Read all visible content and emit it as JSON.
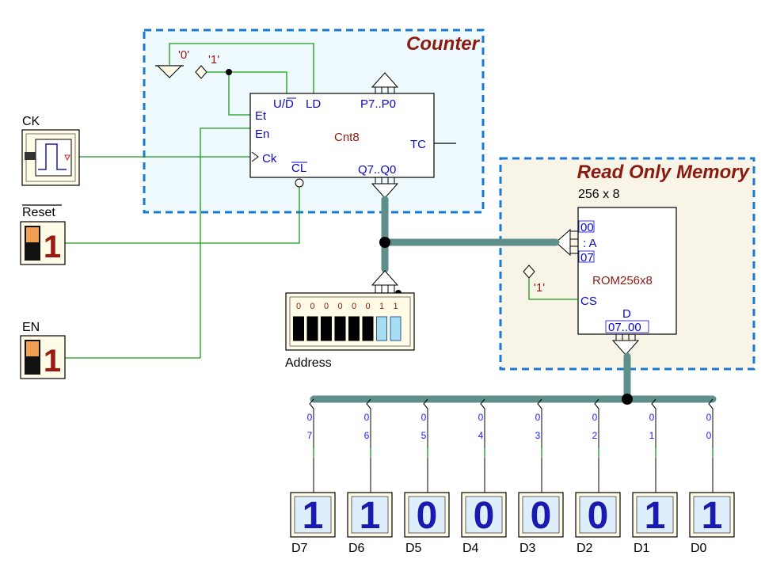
{
  "counter": {
    "title": "Counter",
    "name": "Cnt8",
    "pins": {
      "ud": "U/D",
      "ld": "LD",
      "et": "Et",
      "en": "En",
      "ck": "Ck",
      "cl": "CL",
      "tc": "TC",
      "p": "P7..P0",
      "q": "Q7..Q0"
    },
    "const0": "'0'",
    "const1": "'1'"
  },
  "rom": {
    "title": "Read Only Memory",
    "size": "256 x 8",
    "name": "ROM256x8",
    "addr_hi": "00",
    "addr_sep": ": A",
    "addr_lo": "07",
    "cs": "CS",
    "d": "D",
    "d_range": "07..00",
    "const1": "'1'"
  },
  "inputs": {
    "ck_label": "CK",
    "reset_label": "Reset",
    "reset_value": "1",
    "en_label": "EN",
    "en_value": "1"
  },
  "address": {
    "label": "Address",
    "bits": [
      "0",
      "0",
      "0",
      "0",
      "0",
      "0",
      "1",
      "1"
    ]
  },
  "outputs": [
    {
      "label": "D7",
      "value": "1",
      "bit_top": "0",
      "bit_bottom": "7"
    },
    {
      "label": "D6",
      "value": "1",
      "bit_top": "0",
      "bit_bottom": "6"
    },
    {
      "label": "D5",
      "value": "0",
      "bit_top": "0",
      "bit_bottom": "5"
    },
    {
      "label": "D4",
      "value": "0",
      "bit_top": "0",
      "bit_bottom": "4"
    },
    {
      "label": "D3",
      "value": "0",
      "bit_top": "0",
      "bit_bottom": "3"
    },
    {
      "label": "D2",
      "value": "0",
      "bit_top": "0",
      "bit_bottom": "2"
    },
    {
      "label": "D1",
      "value": "1",
      "bit_top": "0",
      "bit_bottom": "1"
    },
    {
      "label": "D0",
      "value": "1",
      "bit_top": "0",
      "bit_bottom": "0"
    }
  ]
}
